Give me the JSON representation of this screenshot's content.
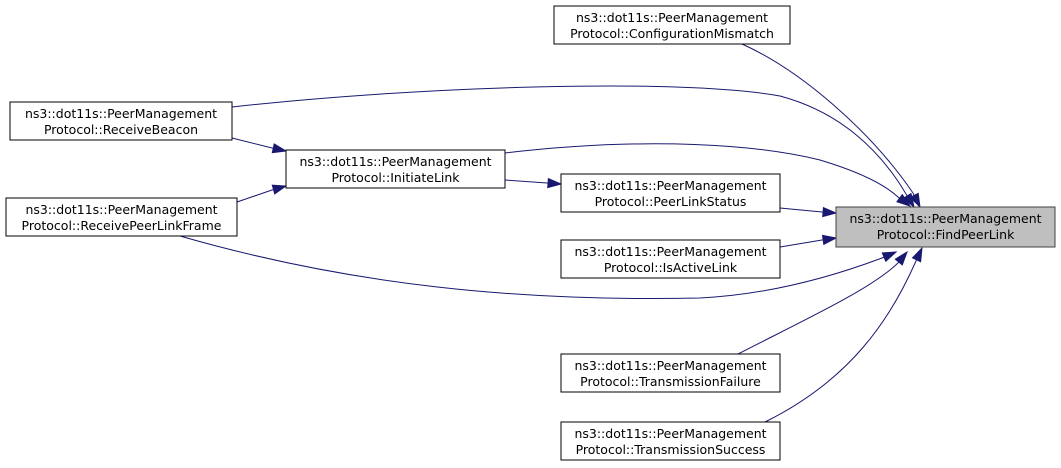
{
  "graph": {
    "focus_node": "find_peer_link",
    "nodes": [
      {
        "id": "configuration_mismatch",
        "line1": "ns3::dot11s::PeerManagement",
        "line2": "Protocol::ConfigurationMismatch",
        "focus": false
      },
      {
        "id": "receive_beacon",
        "line1": "ns3::dot11s::PeerManagement",
        "line2": "Protocol::ReceiveBeacon",
        "focus": false
      },
      {
        "id": "initiate_link",
        "line1": "ns3::dot11s::PeerManagement",
        "line2": "Protocol::InitiateLink",
        "focus": false
      },
      {
        "id": "receive_peer_link_frame",
        "line1": "ns3::dot11s::PeerManagement",
        "line2": "Protocol::ReceivePeerLinkFrame",
        "focus": false
      },
      {
        "id": "peer_link_status",
        "line1": "ns3::dot11s::PeerManagement",
        "line2": "Protocol::PeerLinkStatus",
        "focus": false
      },
      {
        "id": "is_active_link",
        "line1": "ns3::dot11s::PeerManagement",
        "line2": "Protocol::IsActiveLink",
        "focus": false
      },
      {
        "id": "find_peer_link",
        "line1": "ns3::dot11s::PeerManagement",
        "line2": "Protocol::FindPeerLink",
        "focus": true
      },
      {
        "id": "transmission_failure",
        "line1": "ns3::dot11s::PeerManagement",
        "line2": "Protocol::TransmissionFailure",
        "focus": false
      },
      {
        "id": "transmission_success",
        "line1": "ns3::dot11s::PeerManagement",
        "line2": "Protocol::TransmissionSuccess",
        "focus": false
      }
    ],
    "edges": [
      {
        "from": "configuration_mismatch",
        "to": "find_peer_link"
      },
      {
        "from": "receive_beacon",
        "to": "find_peer_link"
      },
      {
        "from": "receive_beacon",
        "to": "initiate_link"
      },
      {
        "from": "initiate_link",
        "to": "find_peer_link"
      },
      {
        "from": "initiate_link",
        "to": "peer_link_status"
      },
      {
        "from": "receive_peer_link_frame",
        "to": "initiate_link"
      },
      {
        "from": "receive_peer_link_frame",
        "to": "find_peer_link"
      },
      {
        "from": "peer_link_status",
        "to": "find_peer_link"
      },
      {
        "from": "is_active_link",
        "to": "find_peer_link"
      },
      {
        "from": "transmission_failure",
        "to": "find_peer_link"
      },
      {
        "from": "transmission_success",
        "to": "find_peer_link"
      }
    ],
    "colors": {
      "edge": "#191970",
      "focus_fill": "#bfbfbf",
      "box_border": "#000000",
      "background": "#ffffff"
    }
  }
}
